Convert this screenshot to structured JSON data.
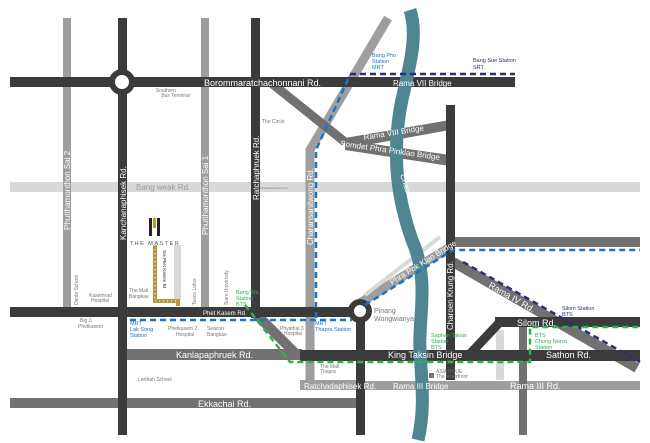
{
  "colors": {
    "dark_road": "#3b3b3b",
    "mid_road": "#717171",
    "light_road": "#9e9e9e",
    "pale_road": "#d9d9d9",
    "river": "#4f8591",
    "mrt": "#1a73c8",
    "bts": "#2db34a",
    "srt": "#2b2f7a",
    "project": "#b8983a"
  },
  "project": {
    "name": "THE MASTER",
    "soi": "Soi Phet Kasem 84"
  },
  "roads": {
    "borom": "Borommaratchachonnani Rd.",
    "kanchana": "Kanchanaphisek Rd.",
    "phut2": "Phutthamonthon Sai 2",
    "phut1": "Phutthamonthon Sai 1",
    "ratchaphruek": "Ratchaphruek Rd.",
    "bangweak": "Bang weak Rd.",
    "charan": "Charansanitwong Rd.",
    "phetkasem": "Phet Kasem Rd.",
    "kanlapa": "Kanlapaphruek Rd.",
    "ratchada": "Ratchadaphisek Rd.",
    "ekkachai": "Ekkachai Rd.",
    "charoenkrung": "Charoen Krung Rd.",
    "rama4": "Rama IV Rd.",
    "silom": "Silom Rd.",
    "sathon": "Sathon Rd.",
    "rama3": "Rama III Rd.",
    "soi_charan": "Soi Charansanitwong 13"
  },
  "bridges": {
    "rama7": "Rama VII Bridge",
    "rama8": "Rama VIII Bridge",
    "pinklao": "Somdet Phra Pinklao Bridge",
    "phrapok": "Phra Pok Klao Bridge",
    "taksin": "King Taksin Bridge",
    "rama3": "Rama III Bridge"
  },
  "river": "Chao Phraya River",
  "stations": {
    "bangpho": [
      "Bang Pho",
      "Station",
      "MRT"
    ],
    "bangsue": [
      "Bang Sue Station",
      "SRT"
    ],
    "bangwa": [
      "Bang Wa",
      "Station",
      "BTS"
    ],
    "laksong": [
      "MRT",
      "Lak Song",
      "Station"
    ],
    "thapra": [
      "MRT",
      "Thapra Station"
    ],
    "saphan": [
      "Saphan Taksin",
      "Station",
      "BTS"
    ],
    "chongnonsi": [
      "BTS",
      "Chong Nonsi",
      "Station"
    ],
    "silom": [
      "Silom Station",
      "BTS"
    ]
  },
  "poi": {
    "southern": [
      "Southern",
      "Bus Terminal"
    ],
    "circle": "The Circle",
    "denla": "Denla School",
    "kasemrad": [
      "Kasemrad",
      "Hospital"
    ],
    "mall_bangkae": [
      "The Mall",
      "Bangkae"
    ],
    "tesco": "Tesco Lotus",
    "siam": "Siam University",
    "bigc": [
      "Big C",
      "Phetkasem"
    ],
    "phetkasem2": [
      "Phetkasem 2",
      "Hospital"
    ],
    "seacon": [
      "Seacon",
      "Bangkae"
    ],
    "phyathai": [
      "Phyathai 3",
      "Hospital"
    ],
    "lerthah": "Lerthah School",
    "mall_thapra": [
      "The Mall",
      "Thapra"
    ],
    "pinang": [
      "Pinang",
      "Wongwianyai"
    ],
    "asiatique": [
      "ASIATIQUE",
      "The Riverfront"
    ]
  }
}
